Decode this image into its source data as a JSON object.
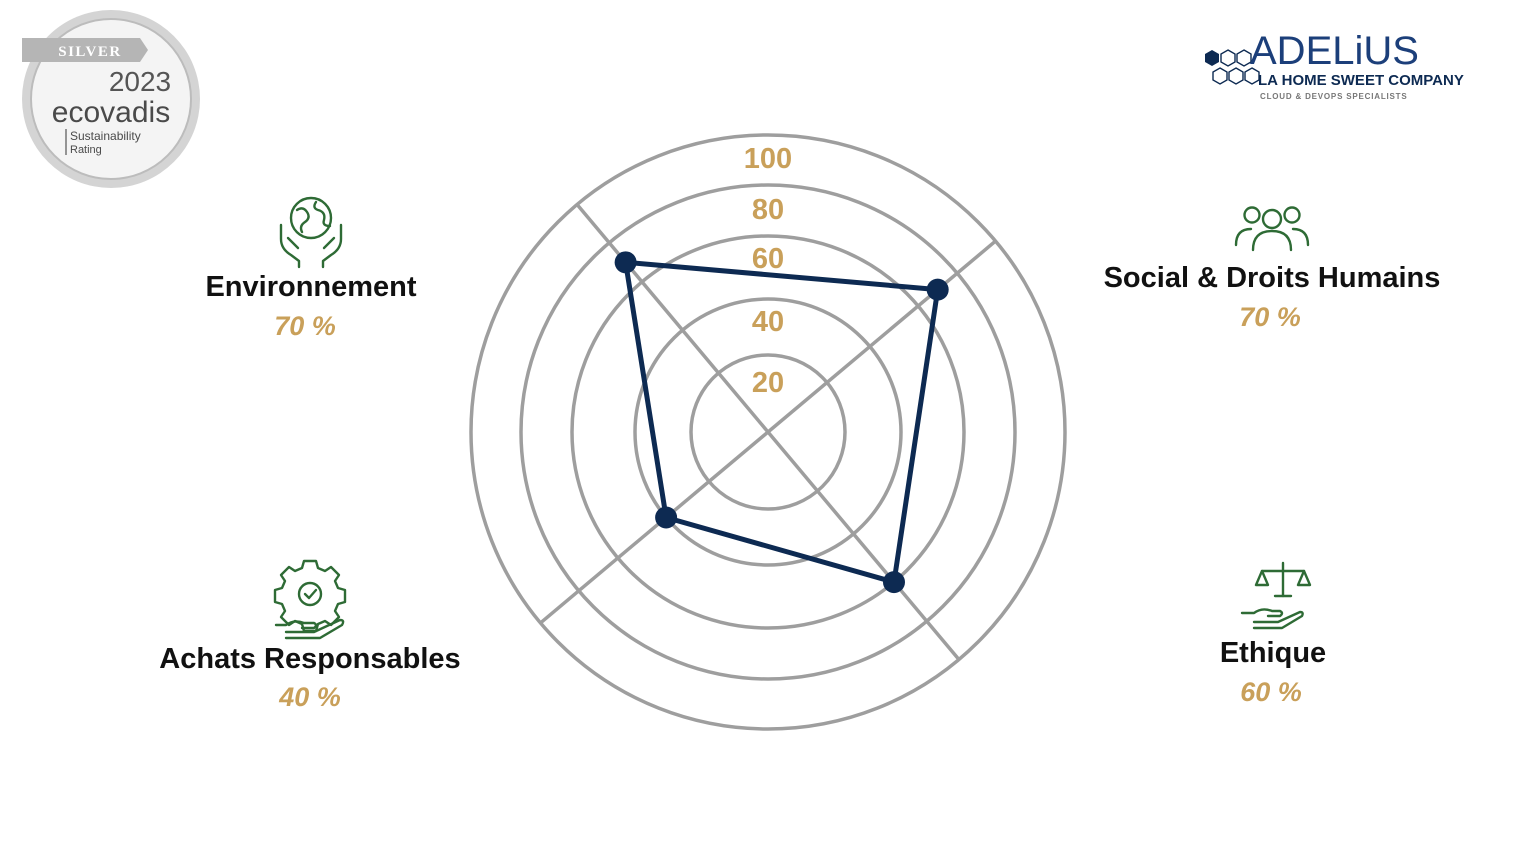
{
  "badge": {
    "tier": "SILVER",
    "year": "2023",
    "brand": "ecovadis",
    "line1": "Sustainability",
    "line2": "Rating"
  },
  "logo": {
    "name": "ADELiUS",
    "tagline": "LA HOME SWEET COMPANY",
    "subtitle": "CLOUD & DEVOPS SPECIALISTS"
  },
  "categories": [
    {
      "title": "Environnement",
      "pct": "70 %",
      "icon": "globe-hands-icon"
    },
    {
      "title": "Social & Droits Humains",
      "pct": "70 %",
      "icon": "people-icon"
    },
    {
      "title": "Ethique",
      "pct": "60 %",
      "icon": "scales-hand-icon"
    },
    {
      "title": "Achats Responsables",
      "pct": "40 %",
      "icon": "gear-hand-icon"
    }
  ],
  "chart_data": {
    "type": "radar",
    "axes": [
      "Environnement",
      "Social & Droits Humains",
      "Ethique",
      "Achats Responsables"
    ],
    "values": [
      70,
      70,
      60,
      40
    ],
    "rlim": [
      0,
      100
    ],
    "ticks": [
      "20",
      "40",
      "60",
      "80",
      "100"
    ],
    "tick_values": [
      20,
      40,
      60,
      80,
      100
    ],
    "colors": {
      "series": "#0d2a52",
      "grid": "#9e9e9e",
      "tick_text": "#c9a05a",
      "title_text": "#111111",
      "pct_text": "#c9a05a",
      "icon": "#2e6b35"
    }
  }
}
